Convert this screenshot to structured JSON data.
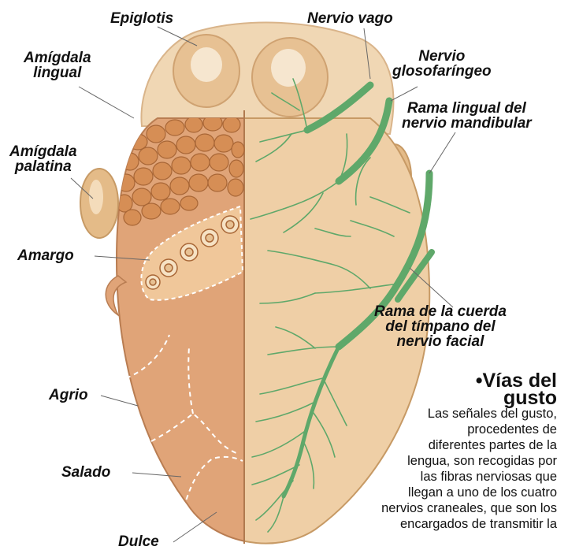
{
  "labels": {
    "epiglotis": "Epiglotis",
    "nervio_vago": "Nervio vago",
    "amigdala_lingual": [
      "Amígdala",
      "lingual"
    ],
    "nervio_glosofaringeo": [
      "Nervio",
      "glosofaríngeo"
    ],
    "rama_lingual": [
      "Rama lingual del",
      "nervio mandibular"
    ],
    "amigdala_palatina": [
      "Amígdala",
      "palatina"
    ],
    "amargo": "Amargo",
    "rama_cuerda": [
      "Rama de la cuerda",
      "del tímpano del",
      "nervio facial"
    ],
    "agrio": "Agrio",
    "salado": "Salado",
    "dulce": "Dulce"
  },
  "panel": {
    "title": [
      "•Vías del",
      "gusto"
    ],
    "body": [
      "Las señales del gusto,",
      "procedentes de",
      "diferentes partes de la",
      "lengua, son recogidas por",
      "las fibras nerviosas que",
      "llegan a uno de los cuatro",
      "nervios craneales, que son los",
      "encargados de transmitir la"
    ]
  },
  "colors": {
    "nerve_green": "#5fa86a",
    "tongue_left": "#e0a478",
    "tongue_right": "#efcfa6",
    "papillae": "#d68e55"
  }
}
